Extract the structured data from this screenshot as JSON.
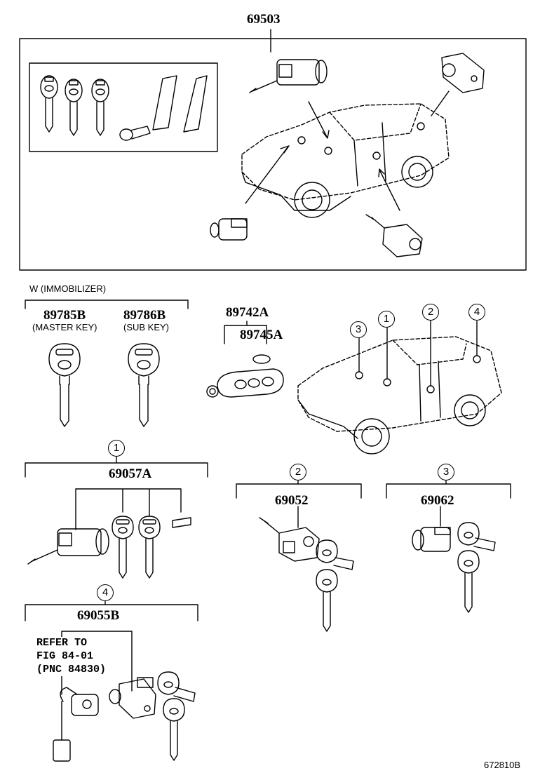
{
  "assembly_number": "69503",
  "immobilizer_label": "W (IMMOBILIZER)",
  "master_key": {
    "part": "89785B",
    "desc": "(MASTER KEY)"
  },
  "sub_key": {
    "part": "89786B",
    "desc": "(SUB KEY)"
  },
  "transmitter": {
    "part": "89742A",
    "battery_part": "89745A"
  },
  "callouts": [
    "1",
    "2",
    "3",
    "4"
  ],
  "groups": [
    {
      "callout": "1",
      "part": "69057A"
    },
    {
      "callout": "2",
      "part": "69052"
    },
    {
      "callout": "3",
      "part": "69062"
    },
    {
      "callout": "4",
      "part": "69055B"
    }
  ],
  "refer_note": [
    "REFER TO",
    "FIG 84-01",
    "(PNC 84830)"
  ],
  "figure_id": "672810B"
}
